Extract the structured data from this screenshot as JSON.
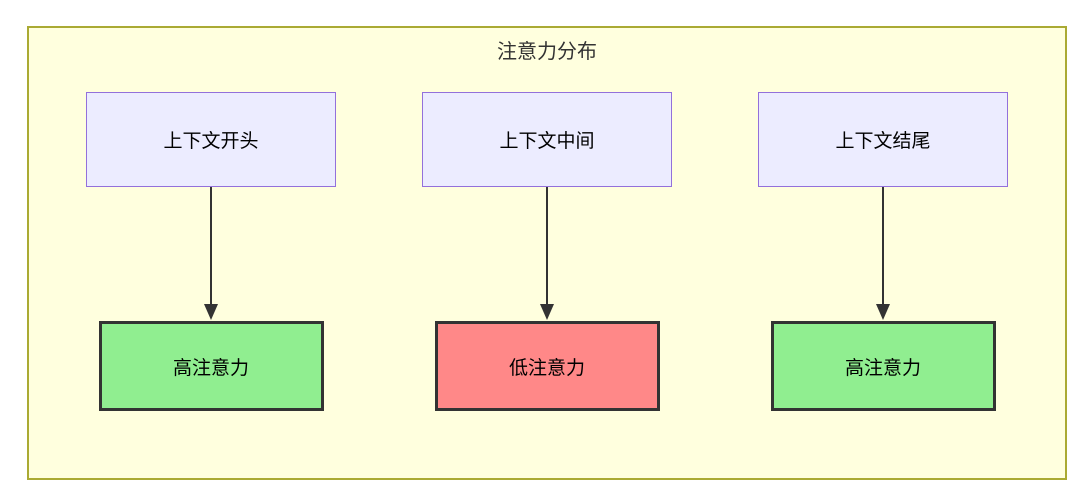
{
  "diagram": {
    "title": "注意力分布",
    "columns": [
      {
        "source": "上下文开头",
        "target": "高注意力",
        "level": "high"
      },
      {
        "source": "上下文中间",
        "target": "低注意力",
        "level": "low"
      },
      {
        "source": "上下文结尾",
        "target": "高注意力",
        "level": "high"
      }
    ],
    "colors": {
      "container_fill": "#ffffde",
      "container_border": "#aaaa33",
      "source_fill": "#ececff",
      "source_border": "#9370db",
      "high_fill": "#90ee90",
      "low_fill": "#ff8888",
      "target_border": "#333333",
      "arrow": "#333333",
      "text": "#333333"
    }
  }
}
